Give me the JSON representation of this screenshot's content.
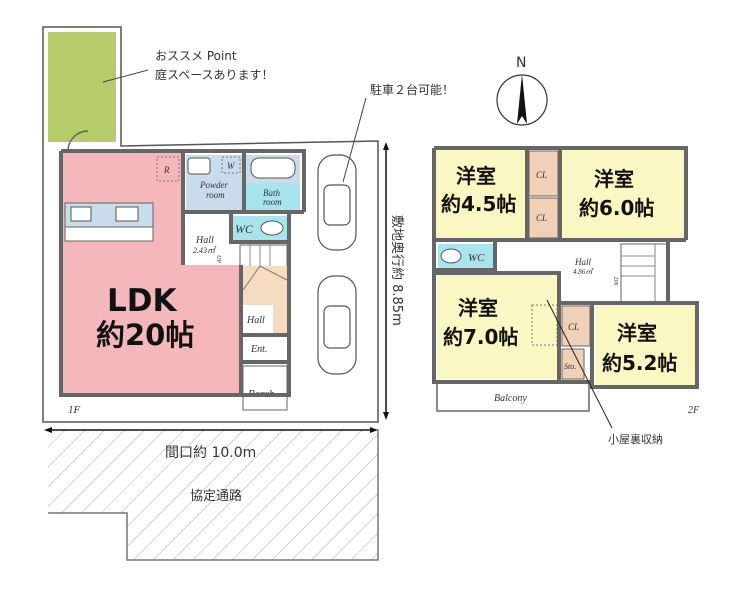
{
  "annotations": {
    "garden_line1": "おススメ Point",
    "garden_line2": "庭スペースあります！",
    "parking": "駐車２台可能！",
    "depth": "敷地奥行約 8.85m",
    "frontage": "間口約 10.0m",
    "road": "協定通路",
    "attic": "小屋裏収納",
    "north": "N"
  },
  "floor1": {
    "label": "1F",
    "ldk_name": "LDK",
    "ldk_size": "約20帖",
    "powder1": "Powder",
    "powder2": "room",
    "bath1": "Bath",
    "bath2": "room",
    "wc": "WC",
    "hall": "Hall",
    "hall_area": "2.43㎡",
    "hall2": "Hall",
    "ent": "Ent.",
    "porch": "Porch",
    "fridge": "R",
    "washer": "W",
    "up": "UP"
  },
  "floor2": {
    "label": "2F",
    "room_a_name": "洋室",
    "room_a_size": "約4.5帖",
    "room_b_name": "洋室",
    "room_b_size": "約6.0帖",
    "room_c_name": "洋室",
    "room_c_size": "約7.0帖",
    "room_d_name": "洋室",
    "room_d_size": "約5.2帖",
    "cl": "CL",
    "sto": "Sto.",
    "wc": "WC",
    "hall": "Hall",
    "hall_area": "4.86㎡",
    "balcony": "Balcony",
    "dn": "DN"
  },
  "colors": {
    "garden": "#b5cc6a",
    "ldk": "#f4b8bc",
    "wet": "#c9dcea",
    "wc": "#a8e4ee",
    "room": "#fbf7c2",
    "closet": "#efd1b8",
    "stair": "#f5dcc0"
  }
}
